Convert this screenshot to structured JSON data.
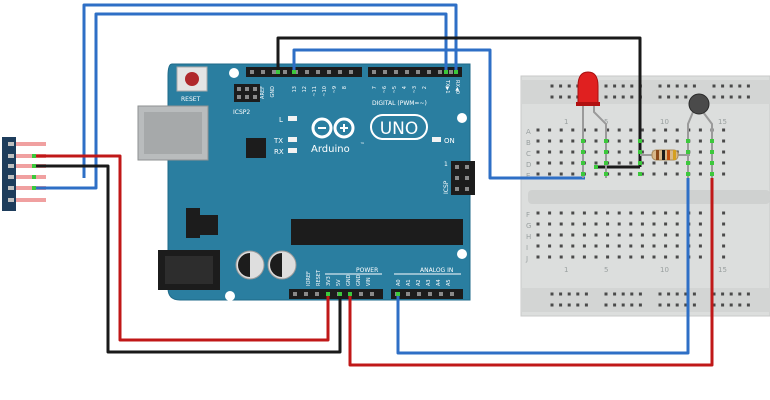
{
  "board": {
    "reset": "RESET",
    "icsp2": "ICSP2",
    "aref": "AREF",
    "gnd": "GND",
    "pin13": "13",
    "pin12": "12",
    "pin11": "~11",
    "pin10": "~10",
    "pin9": "~9",
    "pin8": "8",
    "pin7": "7",
    "pin6": "~6",
    "pin5": "~5",
    "pin4": "4",
    "pin3": "~3",
    "pin2": "2",
    "txPin": "TX▶1",
    "rxPin": "RX◀0",
    "digital": "DIGITAL (PWM=~)",
    "ledL": "L",
    "ledTX": "TX",
    "ledRX": "RX",
    "on": "ON",
    "brand": "Arduino",
    "tm": "™",
    "uno": "UNO",
    "icsp": "ICSP",
    "one": "1",
    "ioref": "IOREF",
    "resetPin": "RESET",
    "v33": "3V3",
    "v5": "5V",
    "gnd1": "GND",
    "gnd2": "GND",
    "vin": "VIN",
    "power": "POWER",
    "analog": "ANALOG IN",
    "a0": "A0",
    "a1": "A1",
    "a2": "A2",
    "a3": "A3",
    "a4": "A4",
    "a5": "A5"
  },
  "breadboard": {
    "topNumbers": [
      "1",
      "5",
      "10",
      "15"
    ],
    "bottomNumbers": [
      "1",
      "5",
      "10",
      "15"
    ],
    "rowsTop": [
      "A",
      "B",
      "C",
      "D",
      "E"
    ],
    "rowsBottom": [
      "F",
      "G",
      "H",
      "I",
      "J"
    ]
  },
  "colors": {
    "pcb": "#2a7ea0",
    "wireBlue": "#2e6fc6",
    "wireRed": "#c01818",
    "wireBlack": "#1a1a1a",
    "ledRed": "#e02020",
    "breadboard": "#dcdedd"
  }
}
